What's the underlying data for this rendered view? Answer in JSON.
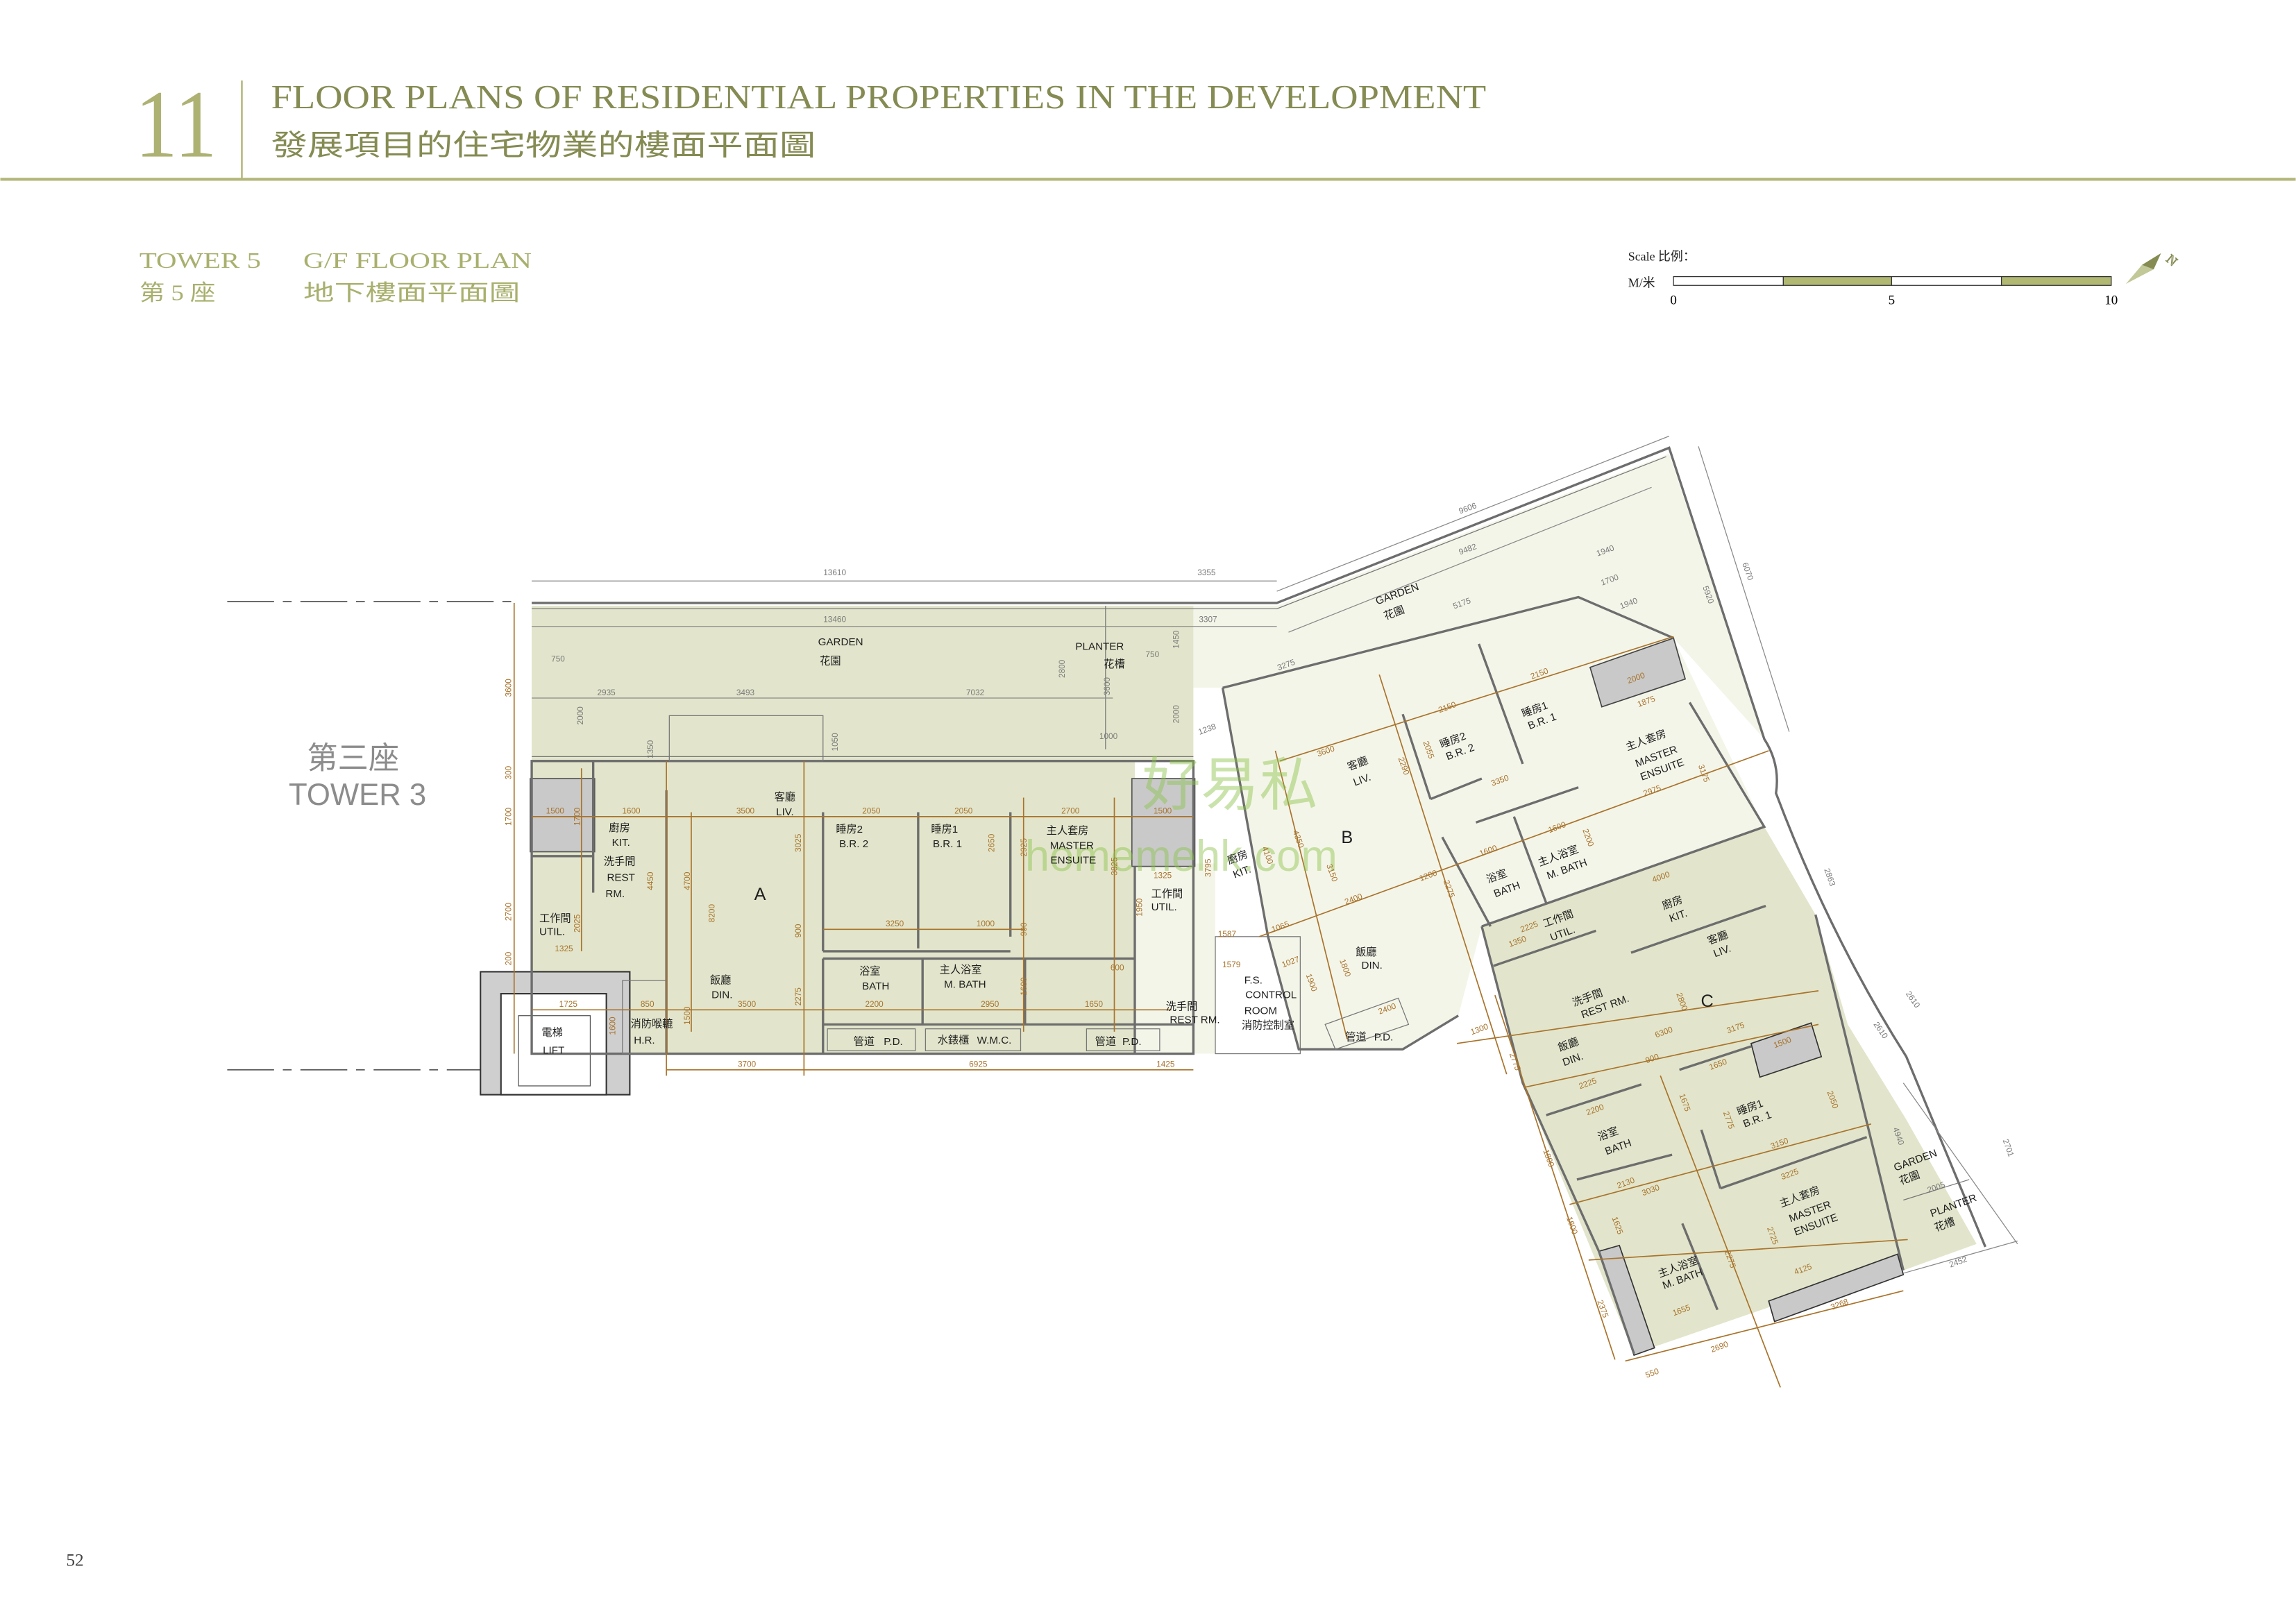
{
  "header": {
    "section_number": "11",
    "title_en": "FLOOR PLANS OF RESIDENTIAL PROPERTIES IN THE DEVELOPMENT",
    "title_zh": "發展項目的住宅物業的樓面平面圖"
  },
  "subheader": {
    "tower_en": "TOWER 5",
    "tower_zh": "第 5 座",
    "plan_en": "G/F FLOOR PLAN",
    "plan_zh": "地下樓面平面圖"
  },
  "scale": {
    "label": "Scale 比例：",
    "unit": "M/米",
    "ticks": [
      "0",
      "5",
      "10"
    ],
    "colors": {
      "light": "#ffffff",
      "dark": "#b1b872"
    }
  },
  "north": {
    "label": "N"
  },
  "neighbor": {
    "zh": "第三座",
    "en": "TOWER 3"
  },
  "page_number": "52",
  "watermark": {
    "zh": "好易私",
    "en": "homemehk.com"
  },
  "units": {
    "A": {
      "label": "A",
      "rooms": {
        "garden": {
          "en": "GARDEN",
          "zh": "花園"
        },
        "planter": {
          "en": "PLANTER",
          "zh": "花槽"
        },
        "living": {
          "zh": "客廳",
          "en": "LIV."
        },
        "br2": {
          "zh": "睡房2",
          "en": "B.R. 2"
        },
        "br1": {
          "zh": "睡房1",
          "en": "B.R. 1"
        },
        "master": {
          "zh": "主人套房",
          "en": [
            "MASTER",
            "ENSUITE"
          ]
        },
        "kitchen": {
          "zh": "廚房",
          "en": "KIT."
        },
        "rest": {
          "zh": "洗手間",
          "en": [
            "REST",
            "RM."
          ]
        },
        "util": {
          "zh": "工作間",
          "en": "UTIL."
        },
        "util2": {
          "zh": "工作間",
          "en": "UTIL."
        },
        "bath": {
          "zh": "浴室",
          "en": "BATH"
        },
        "mbath": {
          "zh": "主人浴室",
          "en": "M. BATH"
        },
        "dining": {
          "zh": "飯廳",
          "en": "DIN."
        },
        "hr": {
          "zh": "消防喉轆",
          "en": "H.R."
        },
        "lift": {
          "zh": "電梯",
          "en": "LIFT"
        },
        "pd1": {
          "zh": "管道",
          "en": "P.D."
        },
        "wmc": {
          "zh": "水錶櫃",
          "en": "W.M.C."
        },
        "pd2": {
          "zh": "管道",
          "en": "P.D."
        },
        "rest2": {
          "zh": "洗手間",
          "en": "REST RM."
        },
        "fs": {
          "en": [
            "F.S.",
            "CONTROL",
            "ROOM"
          ],
          "zh": "消防控制室"
        }
      }
    },
    "B": {
      "label": "B",
      "rooms": {
        "garden": {
          "en": "GARDEN",
          "zh": "花園"
        },
        "living": {
          "zh": "客廳",
          "en": "LIV."
        },
        "br2": {
          "zh": "睡房2",
          "en": "B.R. 2"
        },
        "br1": {
          "zh": "睡房1",
          "en": "B.R. 1"
        },
        "master": {
          "zh": "主人套房",
          "en": [
            "MASTER",
            "ENSUITE"
          ]
        },
        "kitchen": {
          "zh": "廚房",
          "en": "KIT."
        },
        "bath": {
          "zh": "浴室",
          "en": "BATH"
        },
        "mbath": {
          "zh": "主人浴室",
          "en": "M. BATH"
        },
        "dining": {
          "zh": "飯廳",
          "en": "DIN."
        },
        "pd": {
          "zh": "管道",
          "en": "P.D."
        }
      }
    },
    "C": {
      "label": "C",
      "rooms": {
        "kitchen": {
          "zh": "廚房",
          "en": "KIT."
        },
        "util": {
          "zh": "工作間",
          "en": "UTIL."
        },
        "living": {
          "zh": "客廳",
          "en": "LIV."
        },
        "rest": {
          "zh": "洗手間",
          "en": "REST RM."
        },
        "dining": {
          "zh": "飯廳",
          "en": "DIN."
        },
        "bath": {
          "zh": "浴室",
          "en": "BATH"
        },
        "br1": {
          "zh": "睡房1",
          "en": "B.R. 1"
        },
        "mbath": {
          "zh": "主人浴室",
          "en": "M. BATH"
        },
        "master": {
          "zh": "主人套房",
          "en": [
            "MASTER",
            "ENSUITE"
          ]
        },
        "garden": {
          "en": "GARDEN",
          "zh": "花園"
        },
        "planter": {
          "en": "PLANTER",
          "zh": "花槽"
        }
      }
    }
  },
  "dims": {
    "a": [
      "13610",
      "3355",
      "13460",
      "3307",
      "750",
      "750",
      "2935",
      "3493",
      "7032",
      "2000",
      "2800",
      "3600",
      "1000",
      "2000",
      "1450",
      "1350",
      "1050",
      "3600",
      "300",
      "1700",
      "2700",
      "200",
      "1500",
      "1600",
      "3500",
      "2050",
      "2050",
      "2700",
      "1500",
      "3025",
      "2650",
      "2925",
      "3825",
      "4450",
      "4700",
      "8200",
      "1325",
      "1950",
      "3795",
      "2025",
      "1325",
      "3250",
      "1000",
      "900",
      "900",
      "1587",
      "600",
      "1600",
      "3500",
      "2275",
      "2200",
      "2950",
      "1650",
      "1725",
      "850",
      "1600",
      "1500",
      "3700",
      "6925",
      "1425",
      "1579",
      "1700"
    ],
    "b": [
      "9606",
      "9482",
      "5175",
      "1940",
      "1700",
      "1940",
      "6070",
      "5920",
      "3275",
      "1238",
      "3600",
      "2150",
      "2150",
      "2000",
      "1875",
      "3350",
      "2975",
      "3175",
      "2290",
      "2055",
      "4350",
      "4100",
      "3150",
      "1600",
      "1600",
      "2200",
      "1200",
      "2400",
      "2275",
      "1065",
      "1027",
      "1900",
      "1800",
      "2400",
      "1300",
      "2225",
      "1350",
      "4000",
      "2800",
      "6300",
      "3175",
      "2863"
    ],
    "c": [
      "900",
      "2225",
      "1650",
      "1500",
      "2050",
      "1675",
      "2775",
      "2200",
      "3150",
      "2130",
      "3030",
      "3225",
      "2005",
      "4940",
      "2701",
      "2610",
      "2610",
      "2775",
      "1800",
      "1600",
      "2375",
      "1625",
      "2275",
      "2725",
      "1655",
      "4125",
      "3268",
      "2690",
      "550",
      "2452"
    ]
  }
}
